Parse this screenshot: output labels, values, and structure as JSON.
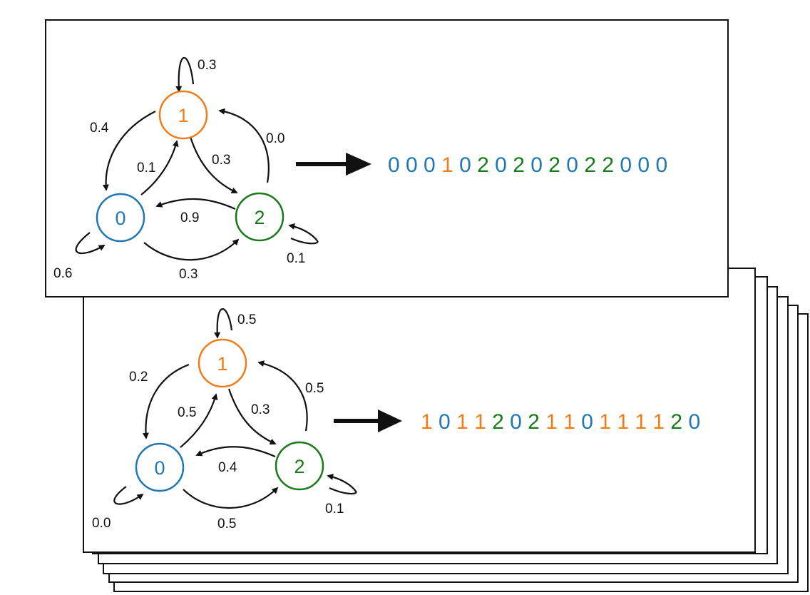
{
  "colors": {
    "state_0": "#1f77b4",
    "state_1": "#ef7d1a",
    "state_2": "#1a7a1a",
    "edge": "#111111"
  },
  "stack_count": 6,
  "panels": [
    {
      "id": "front",
      "node_labels": {
        "n0": "0",
        "n1": "1",
        "n2": "2"
      },
      "edges": {
        "self_1": "0.3",
        "e1_0": "0.4",
        "e0_1": "0.1",
        "e1_2": "0.3",
        "e2_1": "0.0",
        "e2_0": "0.9",
        "self_0": "0.6",
        "e0_2": "0.3",
        "self_2": "0.1"
      },
      "sequence": [
        "0",
        "0",
        "0",
        "1",
        "0",
        "2",
        "0",
        "2",
        "0",
        "2",
        "0",
        "2",
        "2",
        "0",
        "0",
        "0"
      ]
    },
    {
      "id": "second",
      "node_labels": {
        "n0": "0",
        "n1": "1",
        "n2": "2"
      },
      "edges": {
        "self_1": "0.5",
        "e1_0": "0.2",
        "e0_1": "0.5",
        "e1_2": "0.3",
        "e2_1": "0.5",
        "e2_0": "0.4",
        "self_0": "0.0",
        "e0_2": "0.5",
        "self_2": "0.1"
      },
      "sequence": [
        "1",
        "0",
        "1",
        "1",
        "2",
        "0",
        "2",
        "1",
        "1",
        "0",
        "1",
        "1",
        "1",
        "1",
        "2",
        "0"
      ]
    }
  ]
}
